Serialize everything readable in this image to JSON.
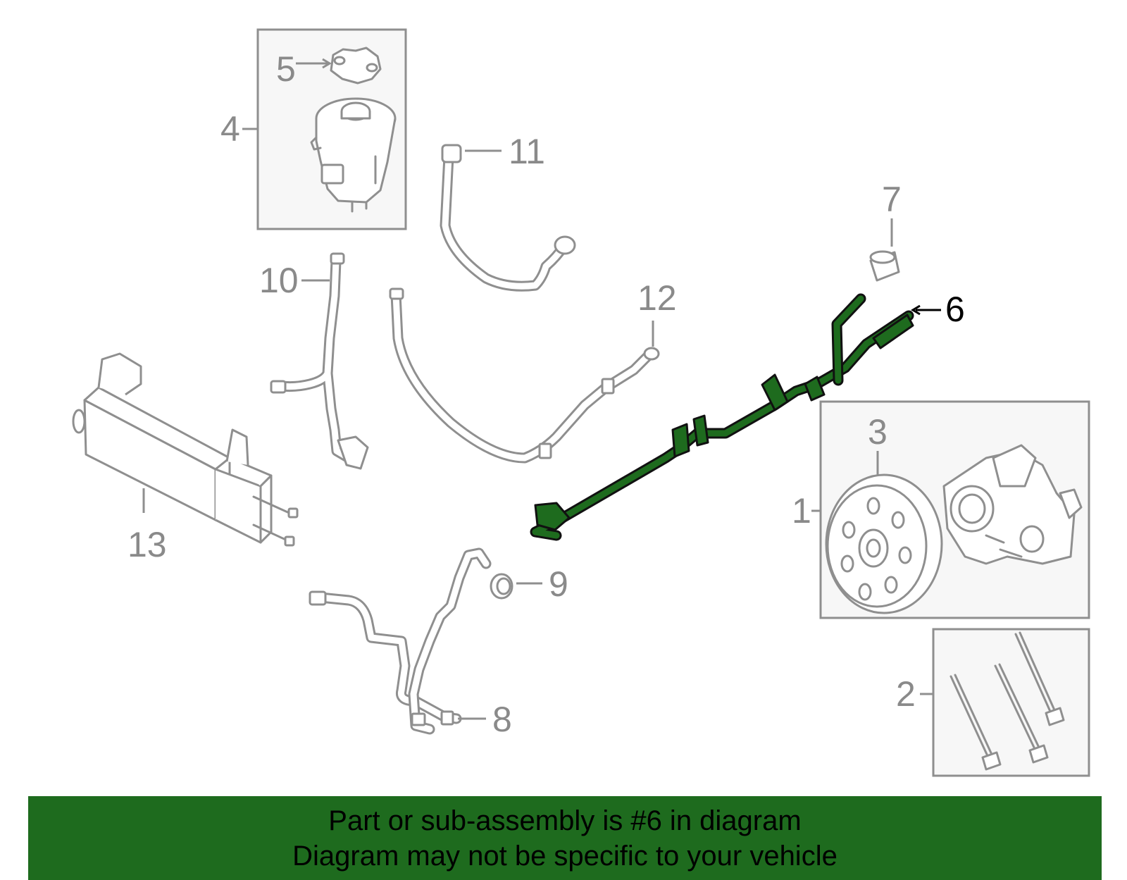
{
  "callouts": {
    "c1": "1",
    "c2": "2",
    "c3": "3",
    "c4": "4",
    "c5": "5",
    "c6": "6",
    "c7": "7",
    "c8": "8",
    "c9": "9",
    "c10": "10",
    "c11": "11",
    "c12": "12",
    "c13": "13"
  },
  "highlighted_part": "6",
  "colors": {
    "highlight": "#1e6b1e",
    "banner_bg": "#1e6b1e",
    "linework": "#8f8f8f"
  },
  "banner": {
    "line1": "Part or sub-assembly is #6 in diagram",
    "line2": "Diagram may not be specific to your vehicle"
  }
}
